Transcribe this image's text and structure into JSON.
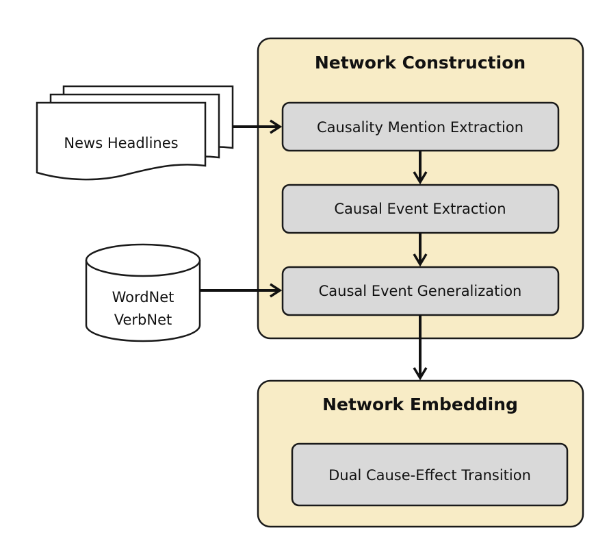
{
  "sources": {
    "news": {
      "label": "News Headlines"
    },
    "lexicons": {
      "lines": [
        "WordNet",
        "VerbNet"
      ]
    }
  },
  "network_construction": {
    "title": "Network Construction",
    "steps": [
      {
        "label": "Causality Mention Extraction"
      },
      {
        "label": "Causal Event Extraction"
      },
      {
        "label": "Causal Event Generalization"
      }
    ]
  },
  "network_embedding": {
    "title": "Network Embedding",
    "steps": [
      {
        "label": "Dual Cause-Effect Transition"
      }
    ]
  },
  "colors": {
    "container_fill": "#f8ecc6",
    "step_fill": "#d9d9d9",
    "stroke": "#1a1a1a"
  }
}
